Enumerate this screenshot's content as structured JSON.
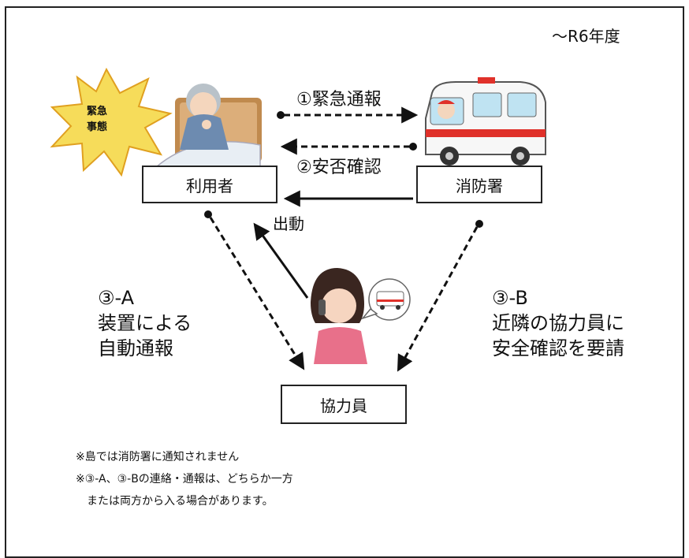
{
  "period": "〜R6年度",
  "burst_label": [
    "緊急",
    "事態"
  ],
  "nodes": {
    "user": "利用者",
    "fire": "消防署",
    "helper": "協力員"
  },
  "edges": {
    "emergency_call": "①緊急通報",
    "safety_check": "②安否確認",
    "dispatch": "出動",
    "a_lines": [
      "③-A",
      "装置による",
      "自動通報"
    ],
    "b_lines": [
      "③-B",
      "近隣の協力員に",
      "安全確認を要請"
    ]
  },
  "notes": [
    "※島では消防署に通知されません",
    "※③-A、③-Bの連絡・通報は、どちらか一方",
    "　または両方から入る場合があります。"
  ],
  "colors": {
    "burst": "#f6dc5a",
    "ambulance_red": "#e0312a",
    "phone_person": "#e8708a",
    "line": "#111111"
  }
}
